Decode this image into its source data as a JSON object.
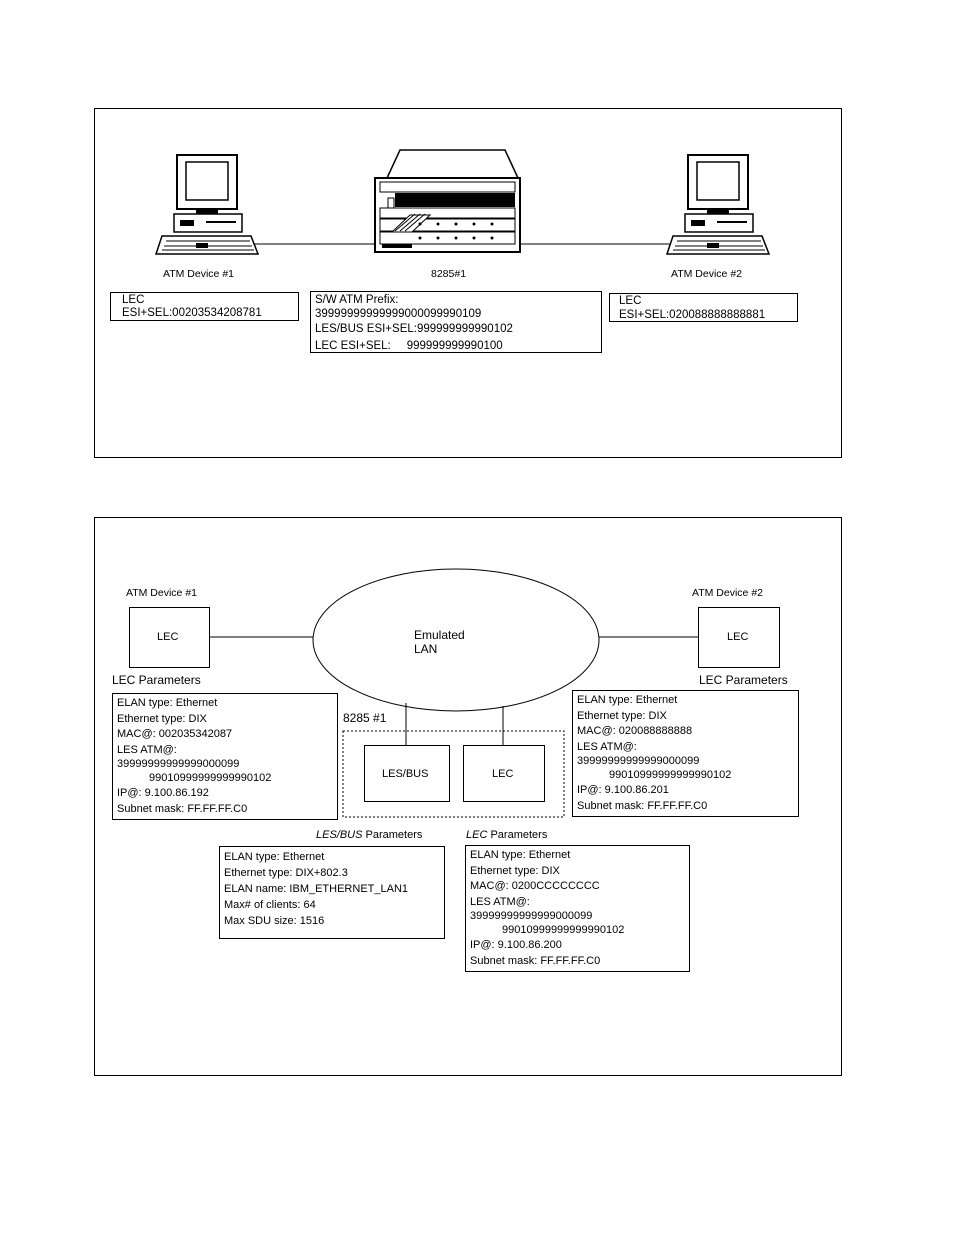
{
  "top": {
    "device1_label": "ATM Device #1",
    "switch_label": "8285#1",
    "device2_label": "ATM Device #2",
    "device1_box": [
      "LEC",
      "ESI+SEL:00203534208781"
    ],
    "switch_box": [
      "S/W ATM Prefix:",
      "39999999999999000099990109",
      "LES/BUS ESI+SEL:999999999990102",
      "LEC ESI+SEL:     999999999990100"
    ],
    "device2_box": [
      "LEC",
      "ESI+SEL:020088888888881"
    ]
  },
  "bottom": {
    "device1_label": "ATM Device #1",
    "device2_label": "ATM Device #2",
    "lec_left": "LEC",
    "lec_right": "LEC",
    "cloud_line1": "Emulated",
    "cloud_line2": "LAN",
    "switch_label": "8285 #1",
    "les_bus_box": "LES/BUS",
    "lec_inner_box": "LEC",
    "lec_params_left_title": "LEC Parameters",
    "lec_params_right_title": "LEC Parameters",
    "les_bus_params_title_em": "LES/BUS",
    "les_bus_params_title_rest": " Parameters",
    "lec_params_center_title_em": "LEC",
    "lec_params_center_title_rest": " Parameters",
    "left_params": [
      "ELAN type: Ethernet",
      "Ethernet type: DIX",
      "MAC@: 002035342087",
      "LES ATM@:",
      "39999999999999000099",
      "99010999999999990102",
      "IP@: 9.100.86.192",
      "Subnet mask: FF.FF.FF.C0"
    ],
    "right_params": [
      "ELAN type: Ethernet",
      "Ethernet type: DIX",
      "MAC@: 020088888888",
      "LES ATM@:",
      "39999999999999000099",
      "99010999999999990102",
      "IP@: 9.100.86.201",
      "Subnet mask: FF.FF.FF.C0"
    ],
    "les_bus_params": [
      "ELAN type: Ethernet",
      "Ethernet type: DIX+802.3",
      "ELAN name: IBM_ETHERNET_LAN1",
      "Max# of clients: 64",
      "Max SDU size: 1516"
    ],
    "lec_center_params": [
      "ELAN type: Ethernet",
      "Ethernet type: DIX",
      "MAC@: 0200CCCCCCCC",
      "LES ATM@:",
      "39999999999999000099",
      "99010999999999990102",
      "IP@: 9.100.86.200",
      "Subnet mask: FF.FF.FF.C0"
    ]
  }
}
